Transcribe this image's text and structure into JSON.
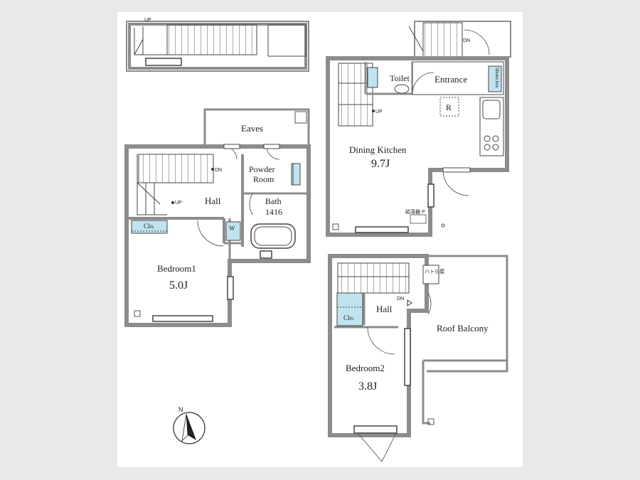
{
  "floorplan": {
    "top_floor": {
      "up": "UP"
    },
    "floor_1f": {
      "eaves": "Eaves",
      "powder_room_l1": "Powder",
      "powder_room_l2": "Room",
      "bath_l1": "Bath",
      "bath_l2": "1416",
      "hall": "Hall",
      "dn": "DN",
      "up": "UP",
      "closet": "Clo.",
      "washer": "W",
      "bedroom1": "Bedroom1",
      "bedroom1_size": "5.0J"
    },
    "floor_2f": {
      "dn": "DN",
      "toilet": "Toilet",
      "entrance": "Entrance",
      "shoes_box": "Shoes box",
      "refrigerator": "R",
      "up": "UP",
      "dining_kitchen": "Dining Kitchen",
      "dining_kitchen_size": "9.7J",
      "meter_note": "給湯器 P"
    },
    "floor_3f": {
      "hatch": "ハト小屋",
      "dn": "DN",
      "hall": "Hall",
      "closet": "Clo.",
      "roof_balcony": "Roof Balcony",
      "bedroom2": "Bedroom2",
      "bedroom2_size": "3.8J"
    },
    "compass": {
      "north": "N"
    }
  },
  "colors": {
    "background": "#e9e9e9",
    "sheet": "#ffffff",
    "wall": "#8c8c8c",
    "fixture_blue": "#bfe3ef",
    "line": "#2a2a2a"
  }
}
